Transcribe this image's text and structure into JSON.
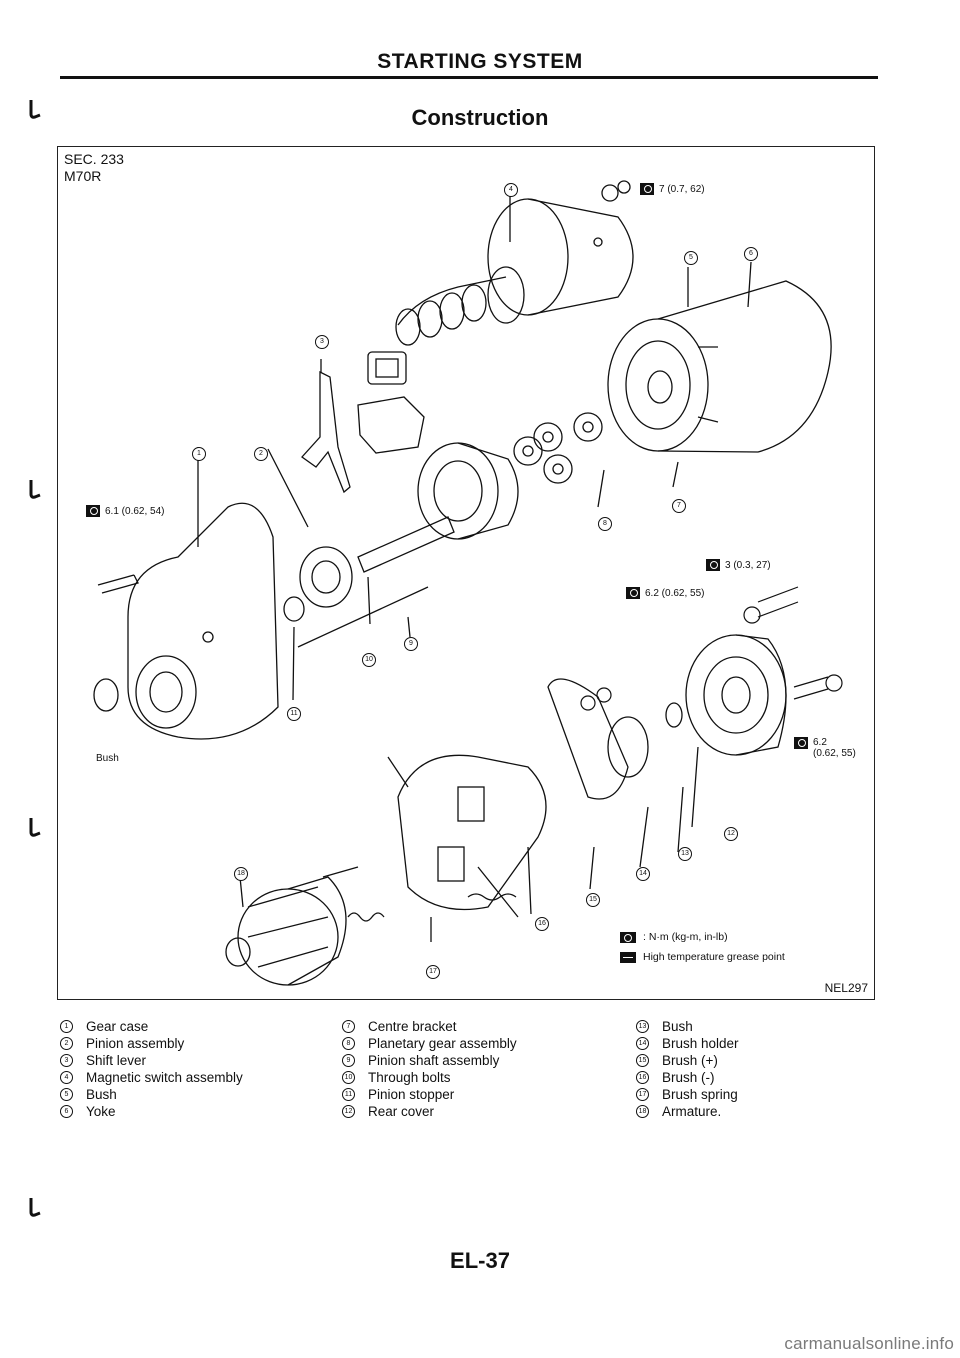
{
  "header": {
    "title": "STARTING SYSTEM"
  },
  "section": {
    "title": "Construction"
  },
  "diagram": {
    "sec": "SEC. 233",
    "model": "M70R",
    "ref_code": "NEL297",
    "bush_label": "Bush",
    "specs": {
      "s1": "7 (0.7, 62)",
      "s2": "6.1 (0.62, 54)",
      "s3": "3 (0.3, 27)",
      "s4": "6.2 (0.62, 55)",
      "s5a": "6.2",
      "s5b": "(0.62, 55)"
    },
    "legend": {
      "torque_unit": ": N·m (kg-m, in-lb)",
      "grease": "High temperature grease point"
    }
  },
  "parts": {
    "col1": [
      {
        "no": "1",
        "name": "Gear case"
      },
      {
        "no": "2",
        "name": "Pinion assembly"
      },
      {
        "no": "3",
        "name": "Shift lever"
      },
      {
        "no": "4",
        "name": "Magnetic switch assembly"
      },
      {
        "no": "5",
        "name": "Bush"
      },
      {
        "no": "6",
        "name": "Yoke"
      }
    ],
    "col2": [
      {
        "no": "7",
        "name": "Centre bracket"
      },
      {
        "no": "8",
        "name": "Planetary gear assembly"
      },
      {
        "no": "9",
        "name": "Pinion shaft assembly"
      },
      {
        "no": "10",
        "name": "Through bolts"
      },
      {
        "no": "11",
        "name": "Pinion stopper"
      },
      {
        "no": "12",
        "name": "Rear cover"
      }
    ],
    "col3": [
      {
        "no": "13",
        "name": "Bush"
      },
      {
        "no": "14",
        "name": "Brush holder"
      },
      {
        "no": "15",
        "name": "Brush (+)"
      },
      {
        "no": "16",
        "name": "Brush (-)"
      },
      {
        "no": "17",
        "name": "Brush spring"
      },
      {
        "no": "18",
        "name": "Armature."
      }
    ]
  },
  "footer": {
    "page": "EL-37",
    "watermark": "carmanualsonline.info"
  }
}
